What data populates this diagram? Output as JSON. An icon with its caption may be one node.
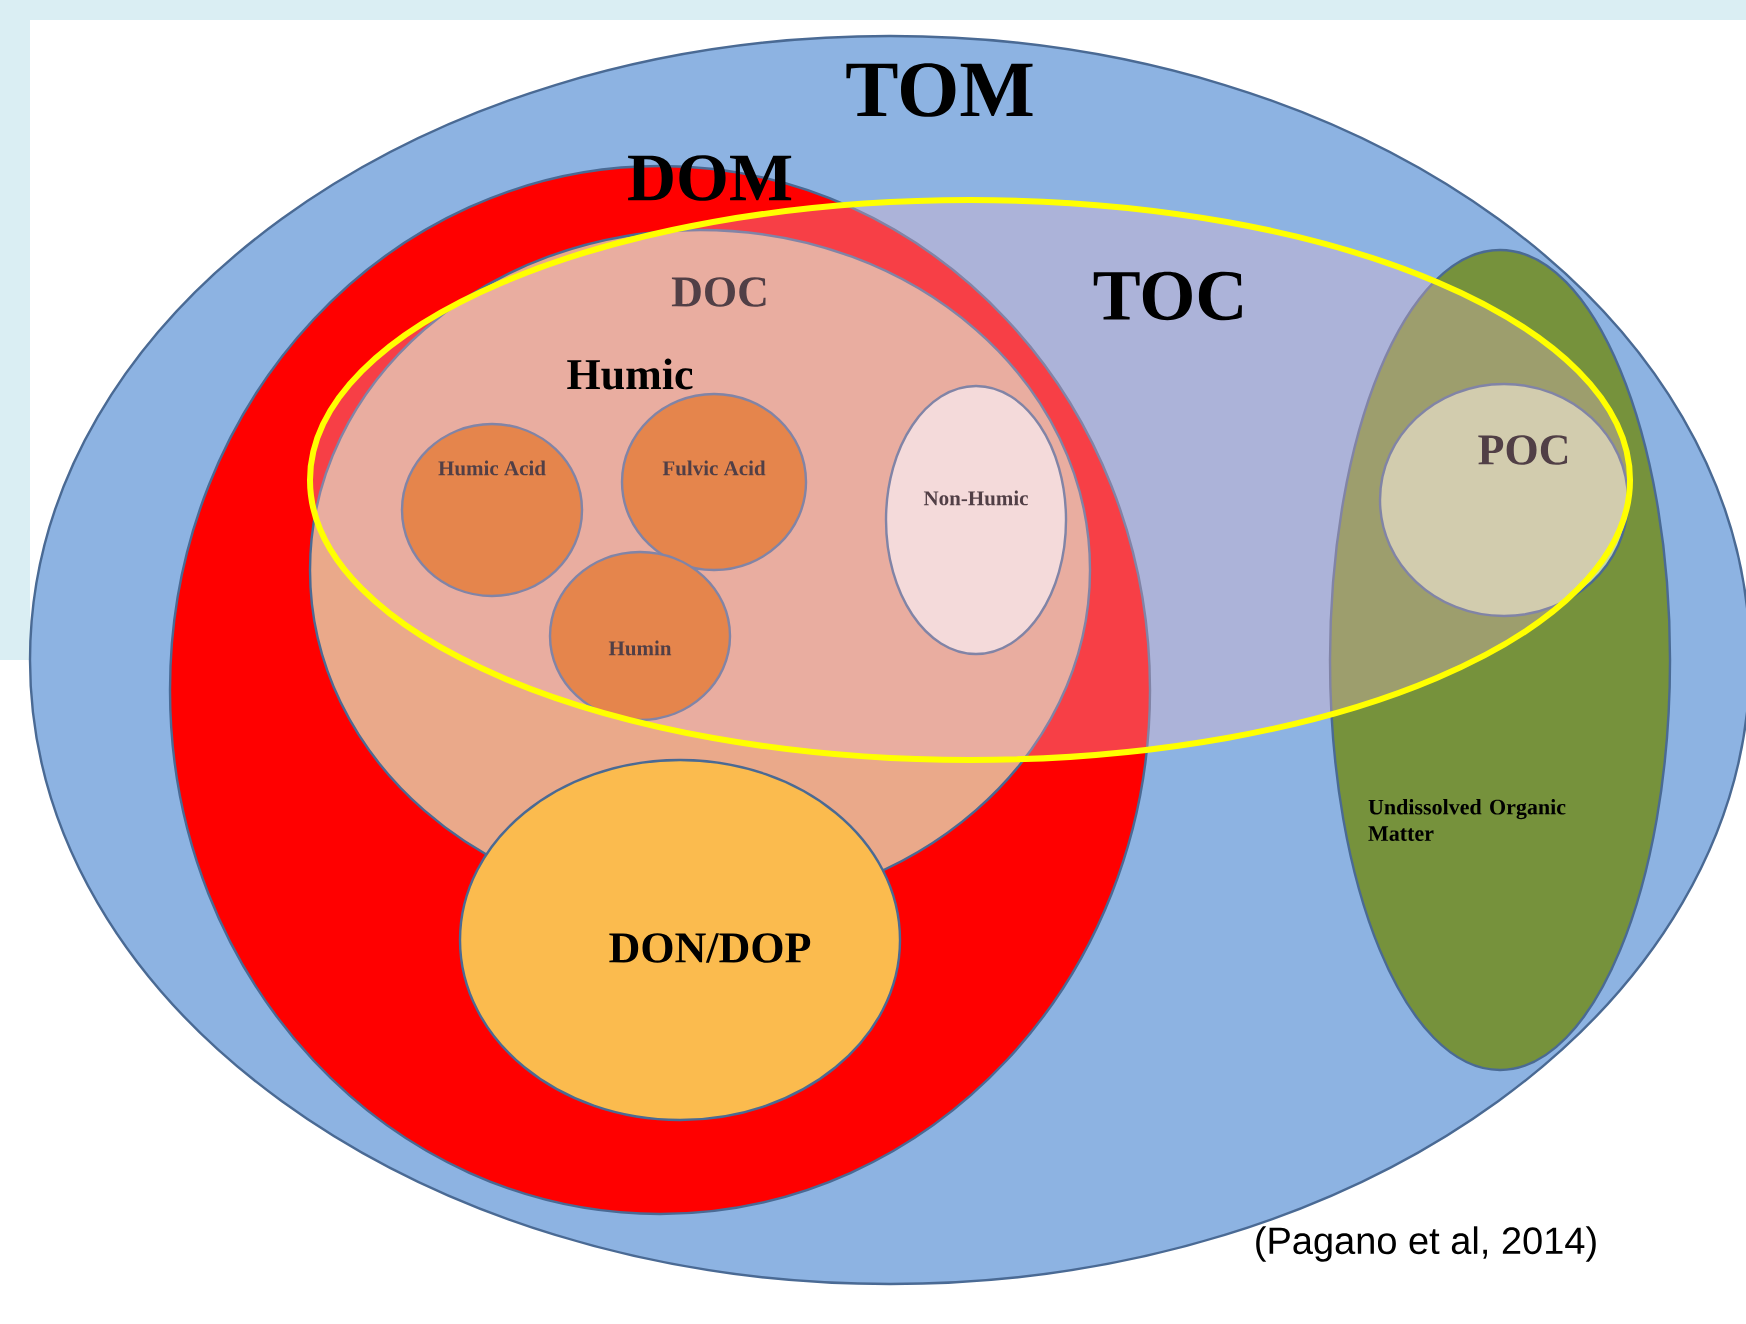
{
  "diagram": {
    "caption": "(Pagano et al, 2014)",
    "nodes": [
      {
        "text": [
          "TOM"
        ]
      },
      {
        "text": [
          "DOM"
        ],
        "in": 0
      },
      {
        "text": [
          "TOC"
        ],
        "in": 0
      },
      {
        "text": [
          "DOC"
        ],
        "in": 1
      },
      {
        "text": [
          "Humic Acid"
        ]
      },
      {
        "text": [
          "Fulvic Acid"
        ]
      },
      {
        "text": [
          "Humin"
        ]
      },
      {
        "text": [
          "Non-Humic"
        ]
      },
      {
        "text": [
          "Undissolved Organic Matter"
        ],
        "in": 0
      },
      {
        "text": [
          "POC"
        ]
      },
      {
        "text": [
          "DON/DOP"
        ],
        "in": 1
      }
    ],
    "labels": [
      "Humic"
    ]
  }
}
